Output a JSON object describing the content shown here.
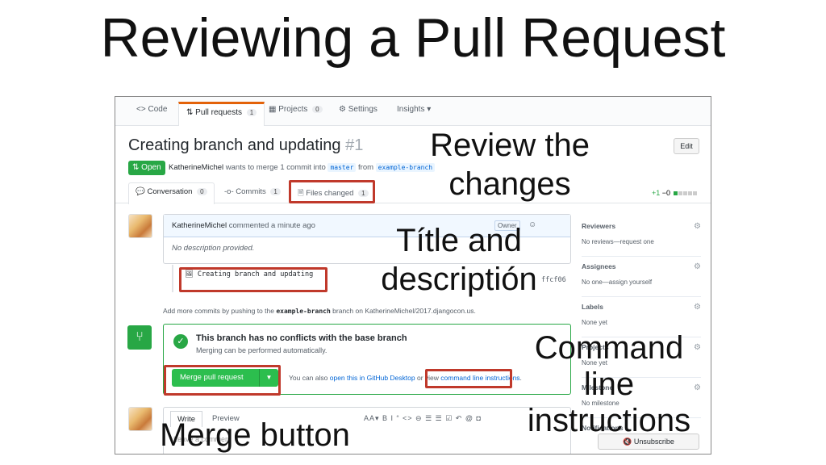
{
  "slide": {
    "title": "Reviewing a Pull Request"
  },
  "repo_nav": [
    {
      "icon": "code-icon",
      "glyph": "<>",
      "label": "Code",
      "count": ""
    },
    {
      "icon": "pull-request-icon",
      "glyph": "⇅",
      "label": "Pull requests",
      "count": "1"
    },
    {
      "icon": "project-icon",
      "glyph": "▦",
      "label": "Projects",
      "count": "0"
    },
    {
      "icon": "gear-icon",
      "glyph": "⚙",
      "label": "Settings",
      "count": ""
    },
    {
      "icon": "",
      "glyph": "",
      "label": "Insights ▾",
      "count": ""
    }
  ],
  "pr": {
    "title": "Creating branch and updating",
    "number": "#1",
    "edit_label": "Edit",
    "state": "Open",
    "author": "KatherineMichel",
    "meta_mid": "wants to merge 1 commit into",
    "base_branch": "master",
    "meta_from": "from",
    "head_branch": "example-branch"
  },
  "pr_tabs": [
    {
      "icon": "comment-icon",
      "glyph": "💬",
      "label": "Conversation",
      "count": "0"
    },
    {
      "icon": "commit-icon",
      "glyph": "-o-",
      "label": "Commits",
      "count": "1"
    },
    {
      "icon": "file-diff-icon",
      "glyph": "🗎",
      "label": "Files changed",
      "count": "1"
    }
  ],
  "diffstat": {
    "additions": "+1",
    "deletions": "−0"
  },
  "comment": {
    "author": "KatherineMichel",
    "action": "commented a minute ago",
    "owner_badge": "Owner",
    "body": "No description provided."
  },
  "commit": {
    "message": "Creating branch and updating",
    "sha": "ffcf06"
  },
  "push_note": {
    "prefix": "Add more commits by pushing to the",
    "branch": "example-branch",
    "suffix": "branch on KatherineMichel/2017.djangocon.us."
  },
  "merge": {
    "title": "This branch has no conflicts with the base branch",
    "subtitle": "Merging can be performed automatically.",
    "button": "Merge pull request",
    "alt_prefix": "You can also",
    "alt_link1": "open this in GitHub Desktop",
    "alt_mid": "or view",
    "alt_link2": "command line instructions",
    "alt_suffix": "."
  },
  "editor": {
    "tab_write": "Write",
    "tab_preview": "Preview",
    "toolbar": "AA▾ B I   “ <> ⊖   ☰ ☰ ☑   ↶ @ ◘",
    "placeholder": "Leave a comment"
  },
  "sidebar": [
    {
      "title": "Reviewers",
      "value": "No reviews—request one"
    },
    {
      "title": "Assignees",
      "value": "No one—assign yourself"
    },
    {
      "title": "Labels",
      "value": "None yet"
    },
    {
      "title": "Projects",
      "value": "None yet"
    },
    {
      "title": "Milestone",
      "value": "No milestone"
    },
    {
      "title": "Notifications",
      "value": ""
    }
  ],
  "unsubscribe": "🔇 Unsubscribe",
  "callouts": {
    "review": "Review the\nchanges",
    "title_desc": "Títle and\ndescriptión",
    "command": "Command\nline\ninstructions",
    "merge": "Merge button"
  },
  "colors": {
    "highlight": "#c0392b",
    "merge_green": "#2cbe4e",
    "open_green": "#28a745",
    "nav_accent": "#e36209"
  }
}
